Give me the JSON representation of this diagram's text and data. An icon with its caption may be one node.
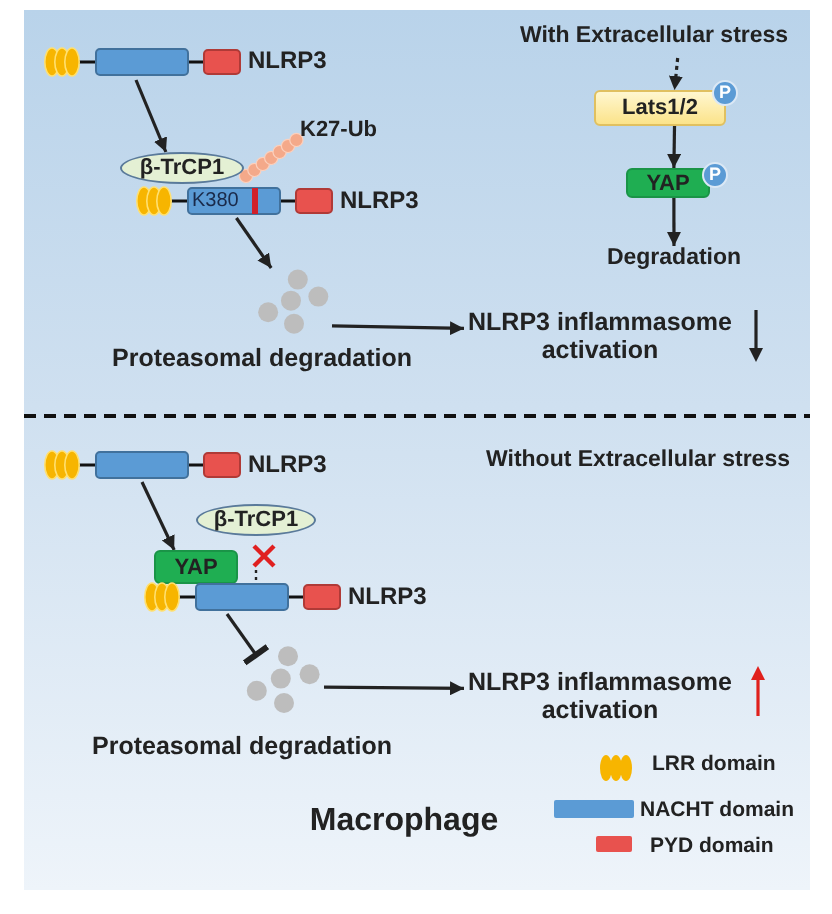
{
  "diagram": {
    "nodes": [
      {
        "text": [
          "NLRP3"
        ]
      },
      {
        "text": [
          "β-TrCP1"
        ]
      },
      {
        "text": [
          "K380",
          "NLRP3"
        ]
      },
      {
        "text": [],
        "shape": "circle",
        "beside": [
          "Proteasomal degradation"
        ]
      },
      {
        "text": [
          "NLRP3 inflammasome activation"
        ]
      },
      {
        "text": [
          "With Extracellular stress"
        ]
      },
      {
        "text": [
          "Lats1/2"
        ]
      },
      {
        "text": [
          "YAP"
        ]
      },
      {
        "text": [
          "Degradation"
        ]
      },
      {
        "text": [
          "NLRP3"
        ]
      },
      {
        "text": [
          "Without Extracellular stress"
        ]
      },
      {
        "text": [
          "β-TrCP1"
        ]
      },
      {
        "text": [
          "YAP"
        ]
      },
      {
        "text": [
          "NLRP3"
        ]
      },
      {
        "text": [],
        "shape": "circle",
        "beside": [
          "Proteasomal degradation"
        ]
      },
      {
        "text": [
          "NLRP3 inflammasome activation"
        ]
      }
    ],
    "edges": [
      {
        "from": 0,
        "to": 1,
        "arrow": "to"
      },
      {
        "from": 2,
        "to": 3,
        "arrow": "to"
      },
      {
        "from": 3,
        "to": 4,
        "arrow": "to"
      },
      {
        "from": 5,
        "to": 6,
        "arrow": "to",
        "style": "dashed"
      },
      {
        "from": 6,
        "to": 7,
        "arrow": "to"
      },
      {
        "from": 7,
        "to": 8,
        "arrow": "to"
      },
      {
        "from": 9,
        "to": 12,
        "arrow": "to"
      },
      {
        "from": 13,
        "to": 14,
        "arrow": "other"
      },
      {
        "from": 14,
        "to": 15,
        "arrow": "to"
      }
    ],
    "labels": [
      "P",
      "K27-Ub",
      "P",
      "Macrophage"
    ],
    "legend": [
      {
        "text": "LRR domain"
      },
      {
        "text": "NACHT domain",
        "color": "#5b9bd5"
      },
      {
        "text": "PYD domain",
        "color": "#e8524e"
      }
    ]
  }
}
